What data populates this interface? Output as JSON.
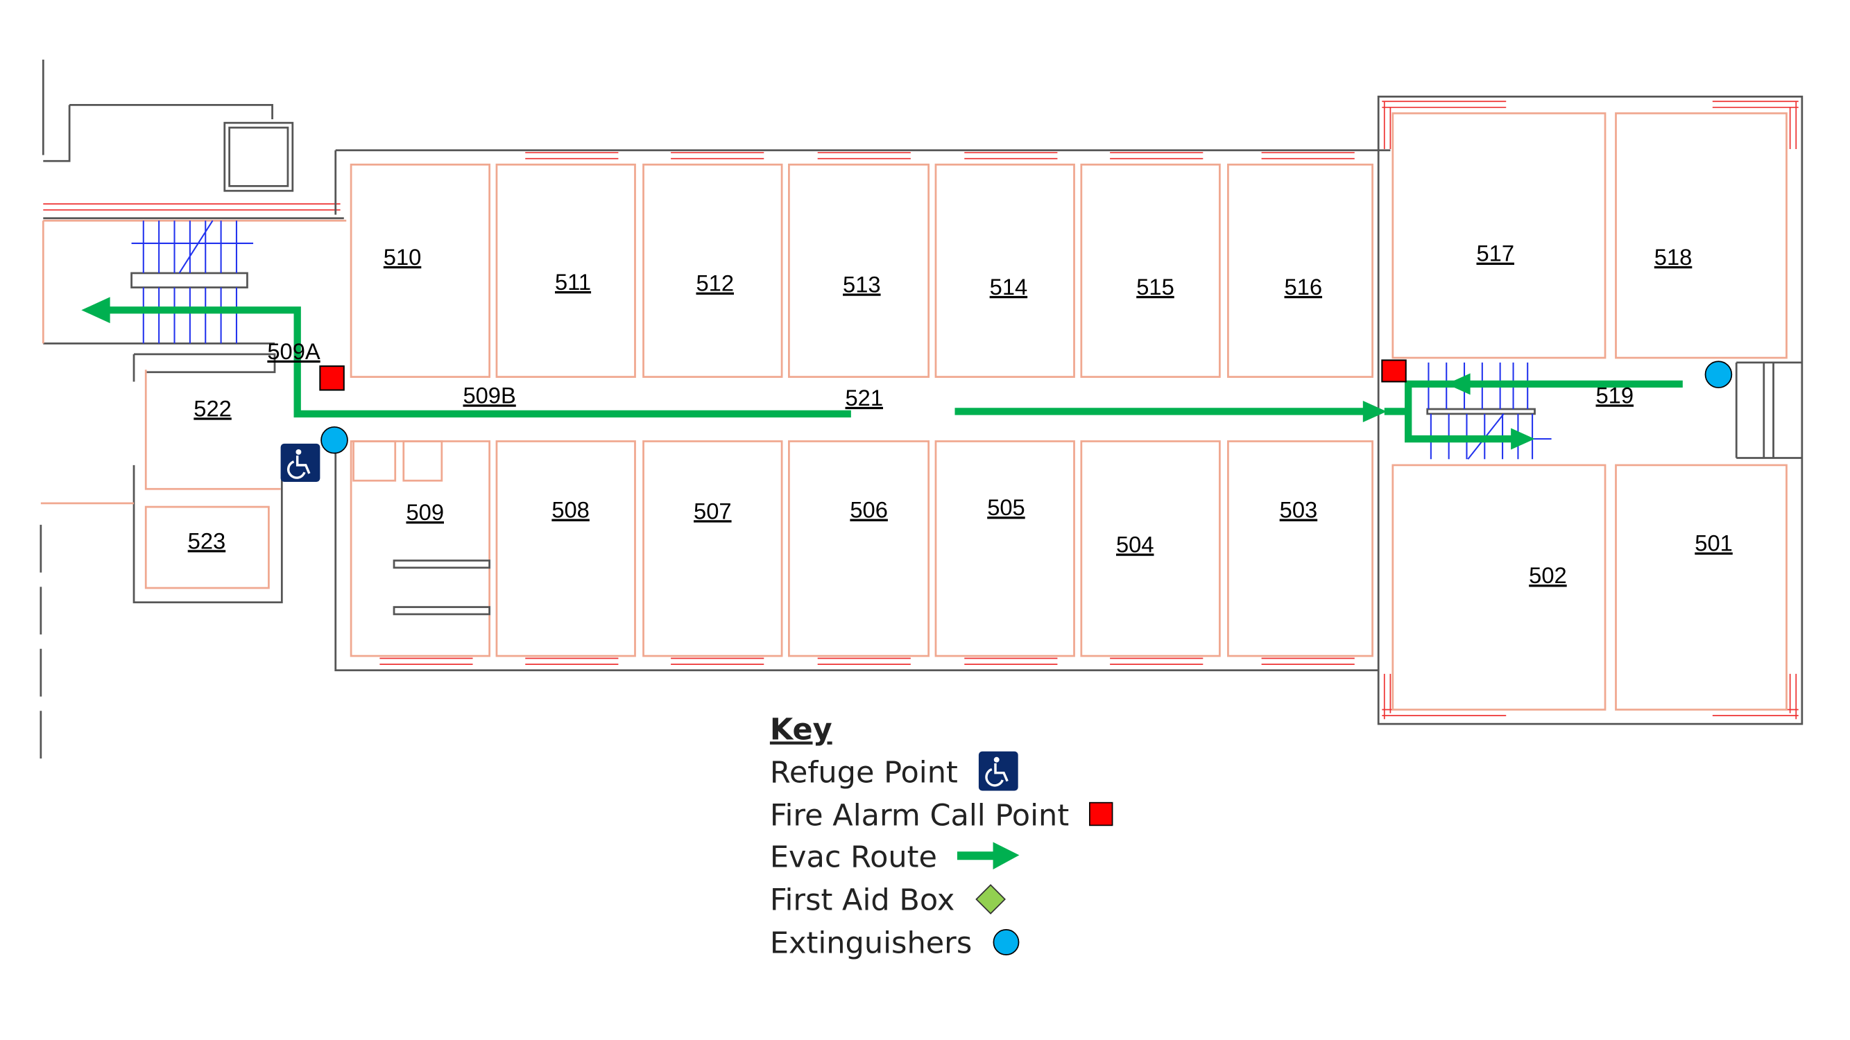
{
  "rooms": {
    "r510": "510",
    "r511": "511",
    "r512": "512",
    "r513": "513",
    "r514": "514",
    "r515": "515",
    "r516": "516",
    "r517": "517",
    "r518": "518",
    "r509a": "509A",
    "r509b": "509B",
    "r521": "521",
    "r519": "519",
    "r522": "522",
    "r523": "523",
    "r509": "509",
    "r508": "508",
    "r507": "507",
    "r506": "506",
    "r505": "505",
    "r504": "504",
    "r503": "503",
    "r502": "502",
    "r501": "501"
  },
  "legend": {
    "title": "Key",
    "items": [
      {
        "label": "Refuge Point",
        "icon": "wheelchair-icon"
      },
      {
        "label": "Fire Alarm Call Point",
        "icon": "red-square-icon"
      },
      {
        "label": "Evac Route",
        "icon": "green-arrow-icon"
      },
      {
        "label": "First Aid Box",
        "icon": "green-diamond-icon"
      },
      {
        "label": "Extinguishers",
        "icon": "blue-circle-icon"
      }
    ]
  },
  "colors": {
    "route": "#00b050",
    "alarm": "#ff0000",
    "extinguisher": "#00b0f0",
    "refuge": "#0a2a6a",
    "first_aid": "#92d050"
  }
}
